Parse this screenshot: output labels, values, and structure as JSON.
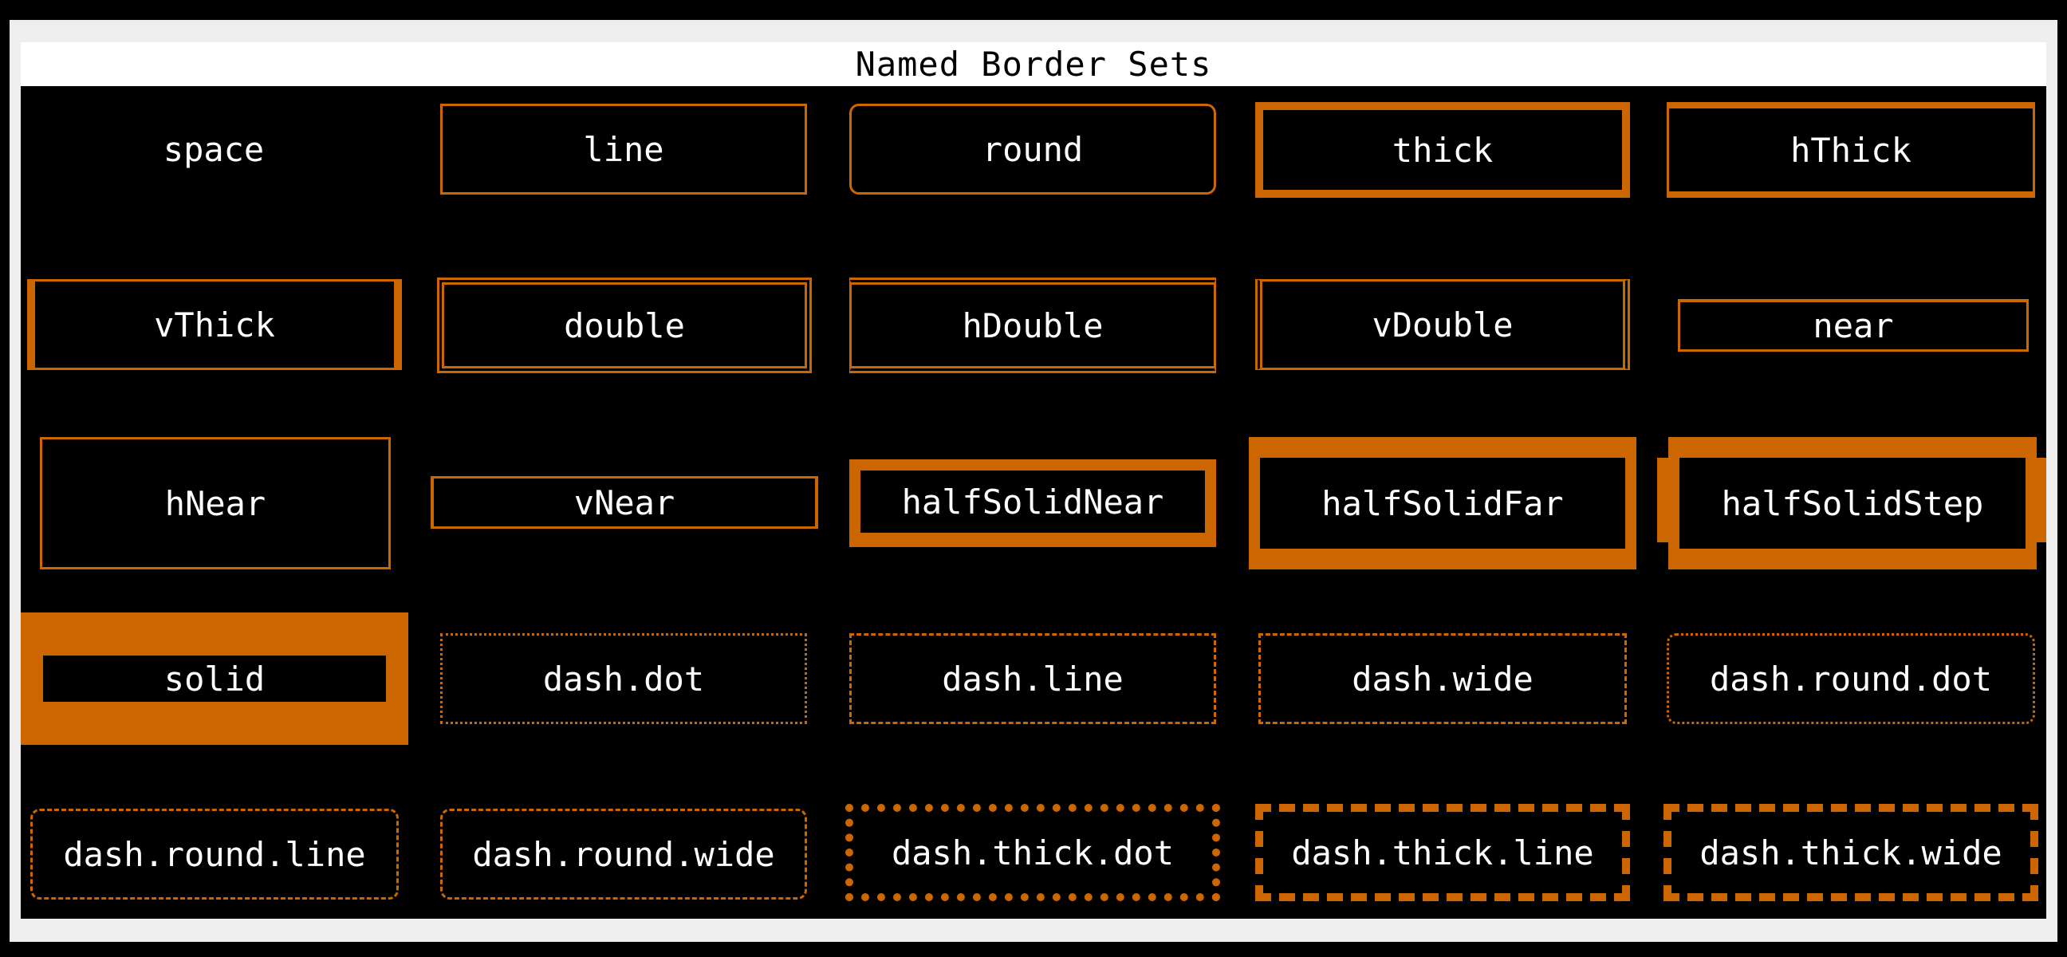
{
  "window": {
    "title": "Named Border Sets"
  },
  "theme": {
    "border_color": "#cc6600",
    "background": "#000000",
    "text": "#ffffff"
  },
  "border_sets": [
    "space",
    "line",
    "round",
    "thick",
    "hThick",
    "vThick",
    "double",
    "hDouble",
    "vDouble",
    "near",
    "hNear",
    "vNear",
    "halfSolidNear",
    "halfSolidFar",
    "halfSolidStep",
    "solid",
    "dash.dot",
    "dash.line",
    "dash.wide",
    "dash.round.dot",
    "dash.round.line",
    "dash.round.wide",
    "dash.thick.dot",
    "dash.thick.line",
    "dash.thick.wide"
  ]
}
